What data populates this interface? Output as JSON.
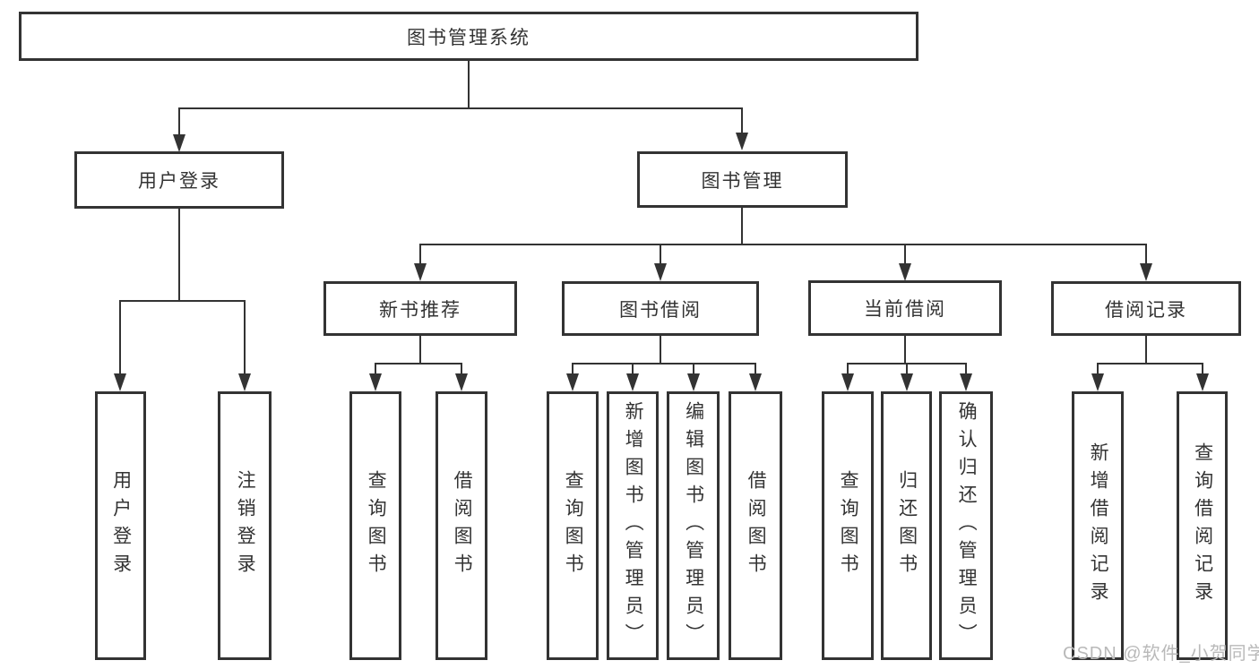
{
  "diagram": {
    "root": {
      "label": "图书管理系统"
    },
    "level2": [
      {
        "label": "用户登录"
      },
      {
        "label": "图书管理"
      }
    ],
    "level3": [
      {
        "label": "新书推荐"
      },
      {
        "label": "图书借阅"
      },
      {
        "label": "当前借阅"
      },
      {
        "label": "借阅记录"
      }
    ],
    "leaves": {
      "user_login": [
        {
          "label": "用户登录"
        },
        {
          "label": "注销登录"
        }
      ],
      "new_books": [
        {
          "label": "查询图书"
        },
        {
          "label": "借阅图书"
        }
      ],
      "book_borrowing": [
        {
          "label": "查询图书"
        },
        {
          "label": "新增图书（管理员）"
        },
        {
          "label": "编辑图书（管理员）"
        },
        {
          "label": "借阅图书"
        }
      ],
      "current_borrowing": [
        {
          "label": "查询图书"
        },
        {
          "label": "归还图书"
        },
        {
          "label": "确认归还（管理员）"
        }
      ],
      "borrowing_records": [
        {
          "label": "新增借阅记录"
        },
        {
          "label": "查询借阅记录"
        }
      ]
    }
  },
  "watermark": {
    "text": "CSDN @软件_小贺同学"
  },
  "colors": {
    "line": "#333333",
    "text": "#333333",
    "background": "#ffffff",
    "watermark": "#b9b9b9"
  }
}
